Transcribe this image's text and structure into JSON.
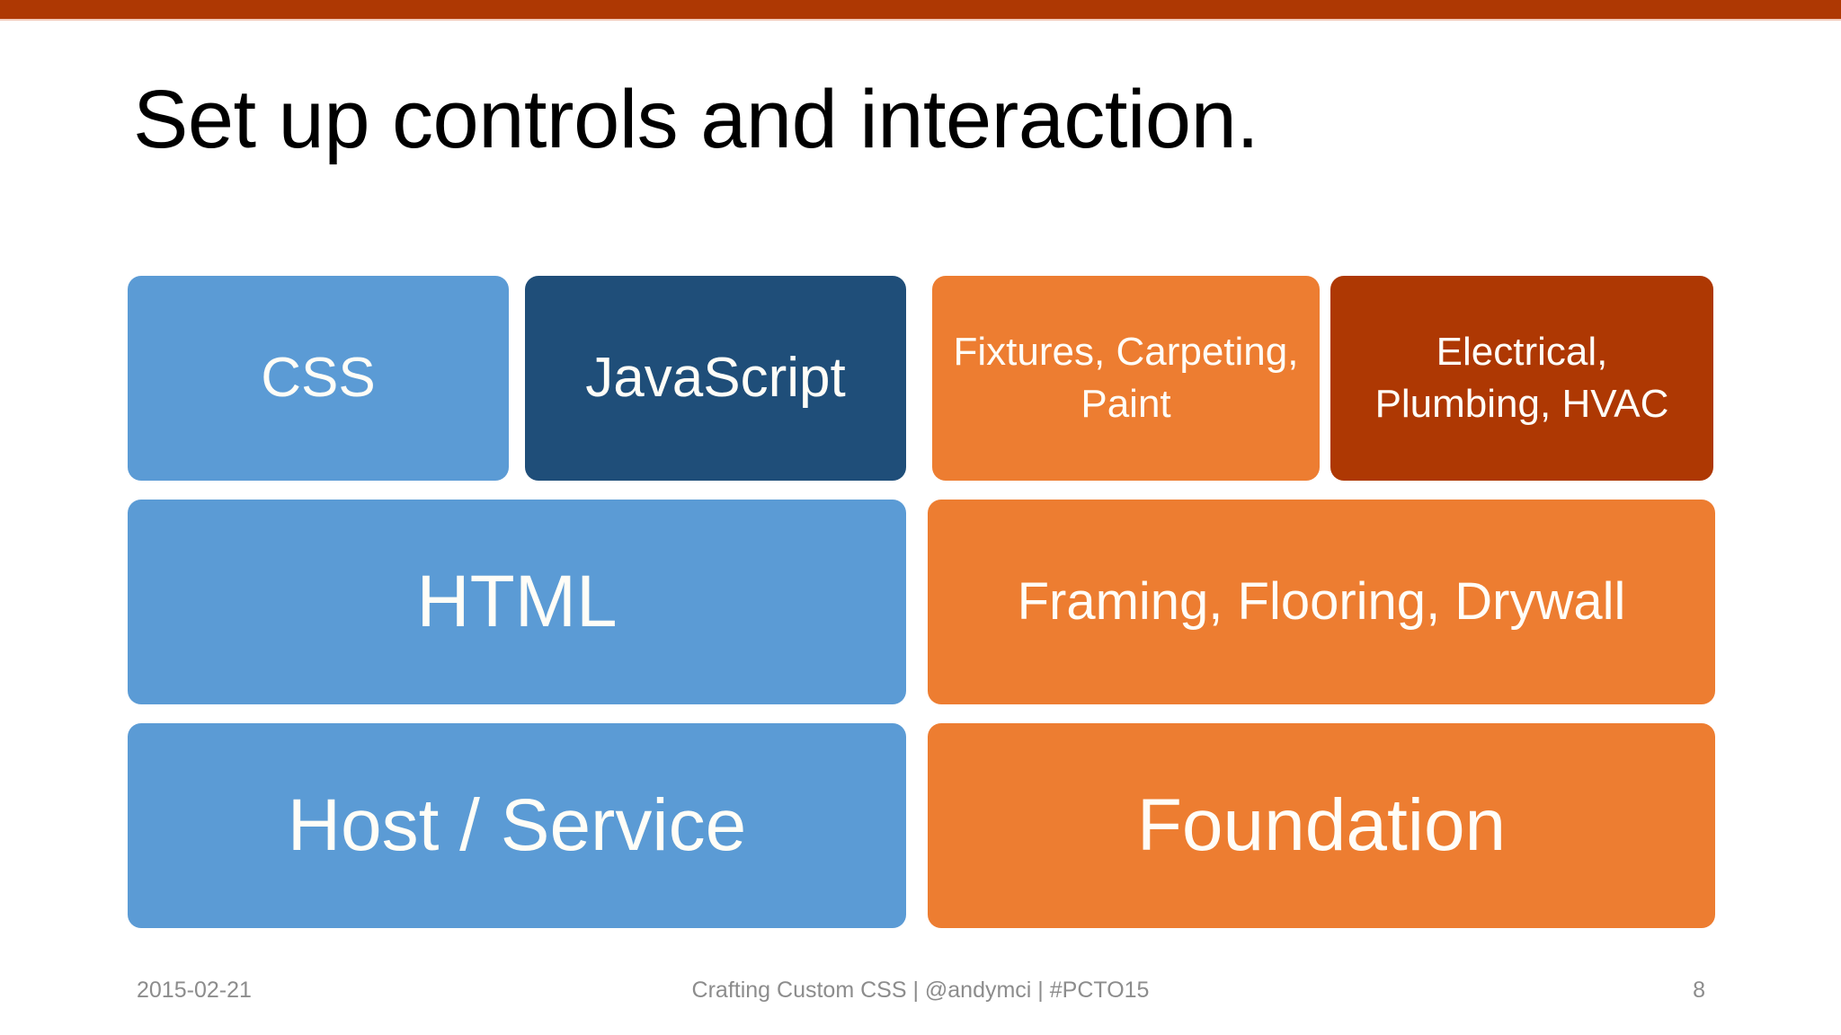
{
  "slide": {
    "title": "Set up controls and interaction.",
    "accent_bar_color": "#AE3803",
    "background_color": "#FFFFFF"
  },
  "diagram": {
    "columns": 2,
    "rows": [
      {
        "row_index": 1,
        "web_boxes": [
          {
            "label": "CSS",
            "color": "#5B9BD5"
          },
          {
            "label": "JavaScript",
            "color": "#1F4E79"
          }
        ],
        "house_boxes": [
          {
            "label": "Fixtures, Carpeting, Paint",
            "color": "#ED7D31"
          },
          {
            "label": "Electrical, Plumbing, HVAC",
            "color": "#AE3803"
          }
        ]
      },
      {
        "row_index": 2,
        "web_boxes": [
          {
            "label": "HTML",
            "color": "#5B9BD5"
          }
        ],
        "house_boxes": [
          {
            "label": "Framing, Flooring, Drywall",
            "color": "#ED7D31"
          }
        ]
      },
      {
        "row_index": 3,
        "web_boxes": [
          {
            "label": "Host / Service",
            "color": "#5B9BD5"
          }
        ],
        "house_boxes": [
          {
            "label": "Foundation",
            "color": "#ED7D31"
          }
        ]
      }
    ]
  },
  "footer": {
    "date": "2015-02-21",
    "center": "Crafting Custom CSS | @andymci | #PCTO15",
    "page_number": "8",
    "text_color": "#8C8C8C"
  }
}
